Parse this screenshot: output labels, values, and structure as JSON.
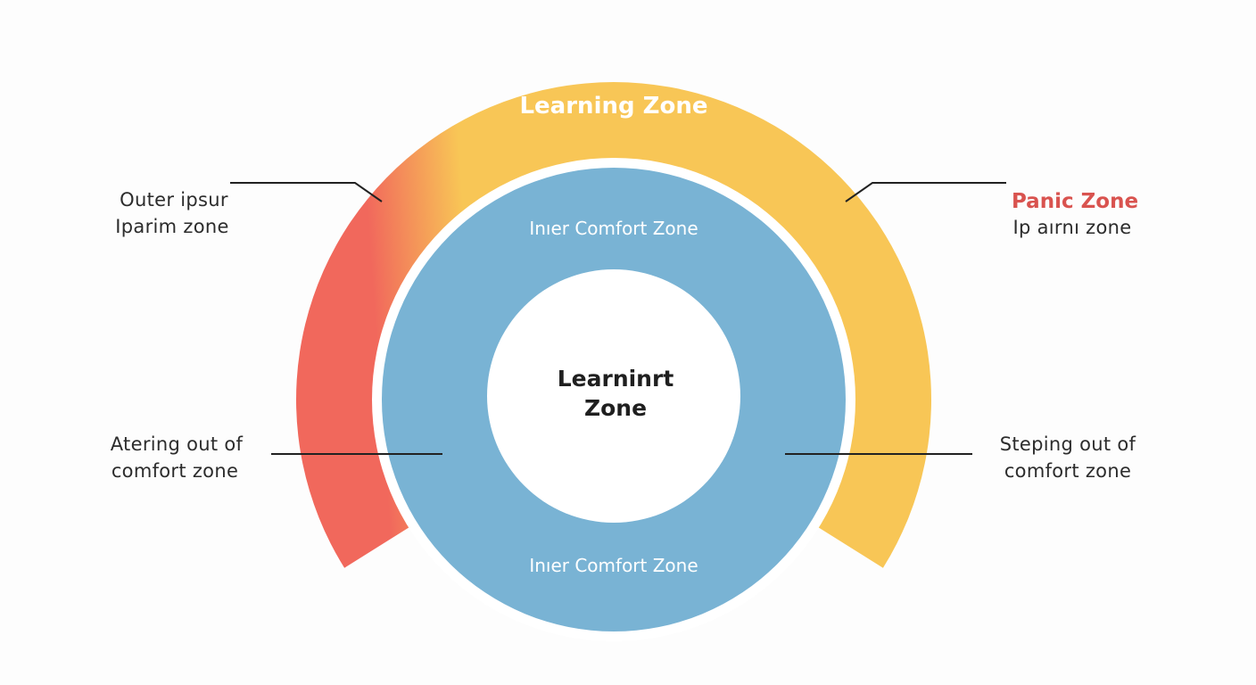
{
  "colors": {
    "learning": "#f8c656",
    "panic_red": "#f1685c",
    "comfort": "#79b3d4",
    "center_fill": "#ffffff",
    "panic_text": "#d9534f",
    "background": "#fdfdfd"
  },
  "outer_ring": {
    "top_label": "Learning Zone"
  },
  "comfort_ring": {
    "top_label": "Inıer Comfort Zone",
    "bottom_label": "Inıer Comfort Zone"
  },
  "center": {
    "line1": "Learninrt",
    "line2": "Zone"
  },
  "callouts": {
    "top_left": {
      "line1": "Outer ipsur",
      "line2": "Iparim zone"
    },
    "top_right": {
      "line1": "Panic Zone",
      "line2": "Ip aırnı zone"
    },
    "bottom_left": {
      "line1": "Atering out of",
      "line2": "comfort zone"
    },
    "bottom_right": {
      "line1": "Steping out of",
      "line2": "comfort zone"
    }
  }
}
